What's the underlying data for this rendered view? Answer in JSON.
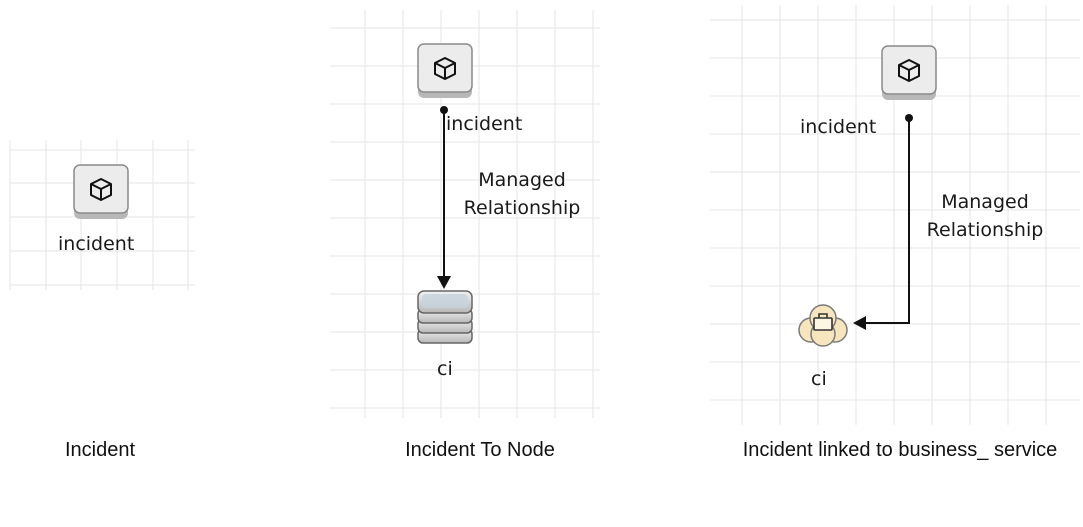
{
  "panels": [
    {
      "caption": "Incident",
      "nodes": [
        {
          "label": "incident",
          "icon": "cube-icon"
        }
      ]
    },
    {
      "caption": "Incident To Node",
      "nodes": [
        {
          "label": "incident",
          "icon": "cube-icon"
        },
        {
          "label": "ci",
          "icon": "node-stack-icon"
        }
      ],
      "relationship": {
        "line1": "Managed",
        "line2": "Relationship"
      }
    },
    {
      "caption": "Incident linked to business_ service",
      "nodes": [
        {
          "label": "incident",
          "icon": "cube-icon"
        },
        {
          "label": "ci",
          "icon": "business-service-icon"
        }
      ],
      "relationship": {
        "line1": "Managed",
        "line2": "Relationship"
      }
    }
  ],
  "colors": {
    "grid": "#e6e6e6",
    "icon_body": "#ececec",
    "service_fill": "#f7e6bd"
  }
}
